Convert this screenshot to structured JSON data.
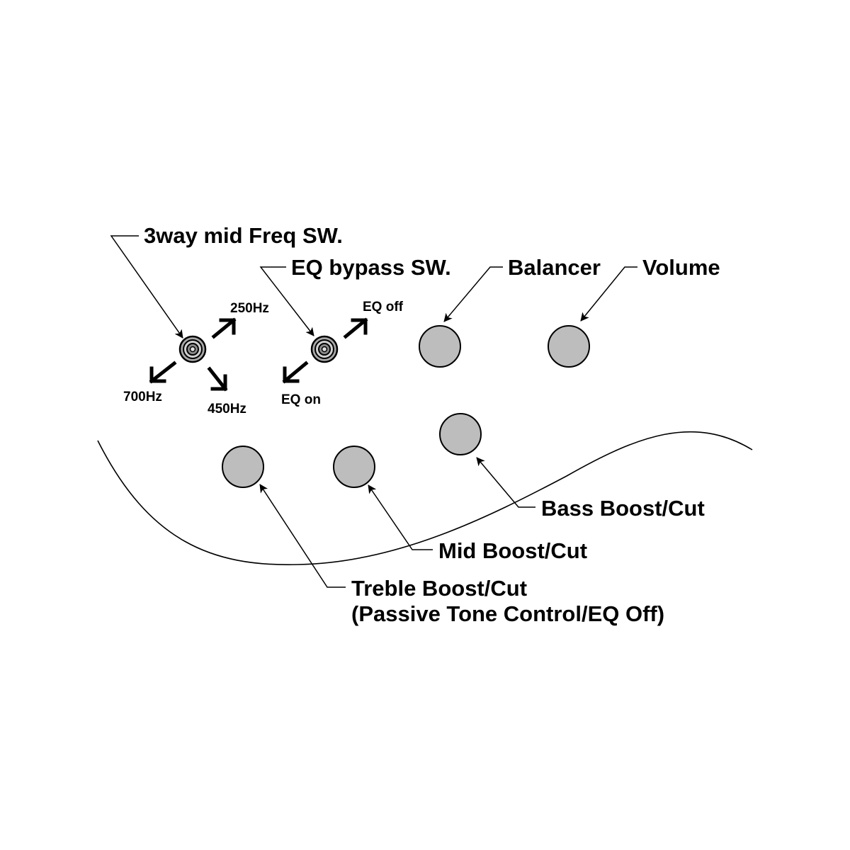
{
  "colors": {
    "background": "#ffffff",
    "ink": "#000000",
    "knob_fill": "#bdbdbd",
    "switch_fill": "#a8a8a8"
  },
  "labels": {
    "mid_freq_switch": "3way mid Freq SW.",
    "eq_bypass_switch": "EQ bypass SW.",
    "balancer": "Balancer",
    "volume": "Volume",
    "bass": "Bass Boost/Cut",
    "mid": "Mid Boost/Cut",
    "treble_line1": "Treble Boost/Cut",
    "treble_line2": "(Passive Tone Control/EQ Off)"
  },
  "mid_freq_positions": {
    "up": "250Hz",
    "left": "700Hz",
    "down": "450Hz"
  },
  "eq_bypass_positions": {
    "up": "EQ off",
    "down": "EQ on"
  }
}
